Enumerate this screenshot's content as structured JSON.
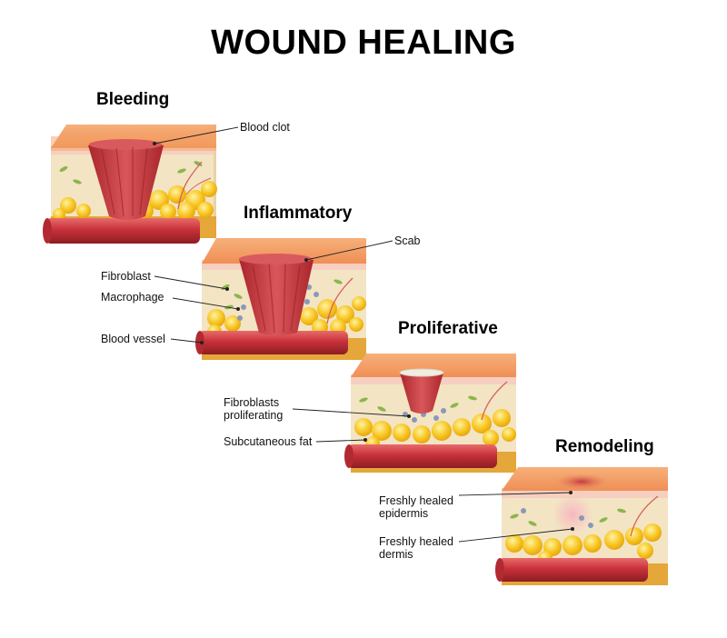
{
  "title": "WOUND HEALING",
  "stages": {
    "bleeding": "Bleeding",
    "inflammatory": "Inflammatory",
    "proliferative": "Proliferative",
    "remodeling": "Remodeling"
  },
  "labels": {
    "blood_clot": "Blood clot",
    "scab": "Scab",
    "fibroblast": "Fibroblast",
    "macrophage": "Macrophage",
    "blood_vessel": "Blood vessel",
    "fibroblasts_proliferating_1": "Fibroblasts",
    "fibroblasts_proliferating_2": "proliferating",
    "subcutaneous_fat": "Subcutaneous fat",
    "freshly_healed_epidermis_1": "Freshly healed",
    "freshly_healed_epidermis_2": "epidermis",
    "freshly_healed_dermis_1": "Freshly healed",
    "freshly_healed_dermis_2": "dermis"
  },
  "colors": {
    "epidermis": "#f4a365",
    "dermis": "#f3e4c4",
    "fat": "#f7c41f",
    "vessel": "#c8313a",
    "clot": "#c43a3e"
  }
}
